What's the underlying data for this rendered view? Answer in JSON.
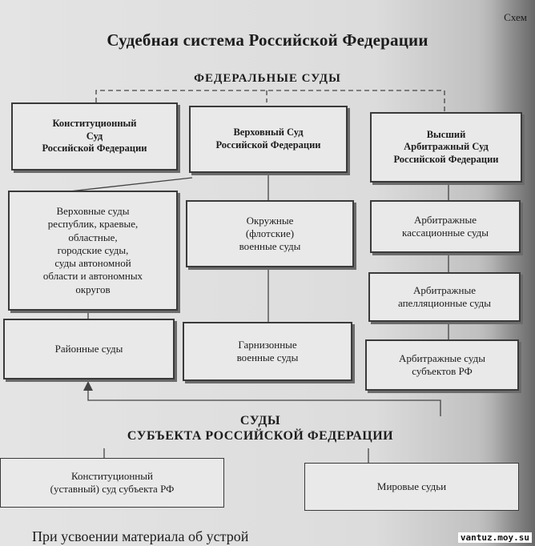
{
  "corner_text": "Схем",
  "title": "Судебная система Российской Федерации",
  "federal_header": "ФЕДЕРАЛЬНЫЕ СУДЫ",
  "boxes": {
    "constitutional": "Конституционный\nСуд\nРоссийской Федерации",
    "supreme": "Верховный Суд\nРоссийской Федерации",
    "arbitration_supreme": "Высший\nАрбитражный Суд\nРоссийской Федерации",
    "regional": "Верховные суды\nреспублик, краевые,\nобластные,\nгородские суды,\nсуды автономной\nобласти и автономных\nокругов",
    "district_military": "Окружные\n(флотские)\nвоенные суды",
    "cassation": "Арбитражные\nкассационные суды",
    "appellate": "Арбитражные\nапелляционные суды",
    "district": "Районные суды",
    "garrison": "Гарнизонные\nвоенные суды",
    "subject_arbitration": "Арбитражные суды\nсубъектов РФ",
    "subject_constitutional": "Конституционный\n(уставный) суд субъекта РФ",
    "magistrate": "Мировые судьи"
  },
  "subject_header_line1": "СУДЫ",
  "subject_header_line2": "СУБЪЕКТА РОССИЙСКОЙ ФЕДЕРАЦИИ",
  "bottom_text": "При усвоении материала об устрой",
  "watermark": "vantuz.moy.su"
}
